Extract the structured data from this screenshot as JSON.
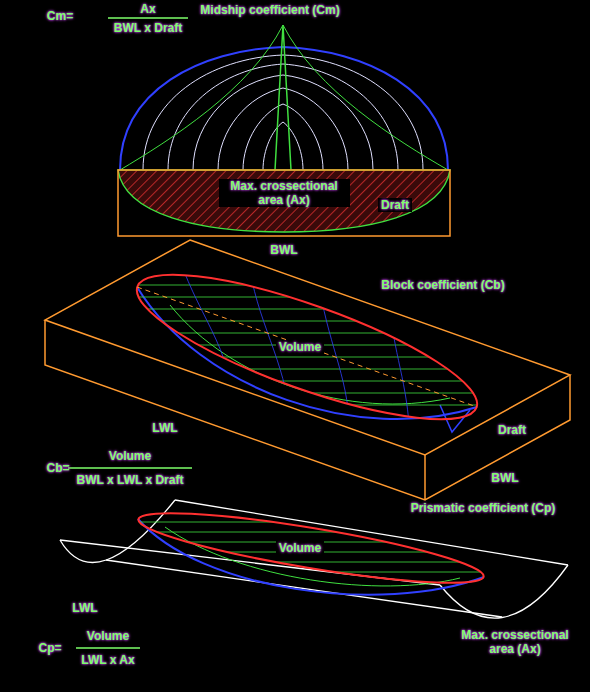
{
  "diagram": {
    "labels": [
      "Cm=",
      "Ax",
      "BWL x Draft",
      "Midship coefficient (Cm)",
      "Max. crossectional area (Ax)",
      "Draft",
      "BWL",
      "Block coefficient (Cb)",
      "Volume",
      "LWL",
      "Draft",
      "Cb=",
      "Volume",
      "BWL x LWL x Draft",
      "BWL",
      "Prismatic coefficient (Cp)",
      "Volume",
      "LWL",
      "Cp=",
      "Volume",
      "LWL x Ax",
      "Max. crossectional area (Ax)"
    ]
  }
}
